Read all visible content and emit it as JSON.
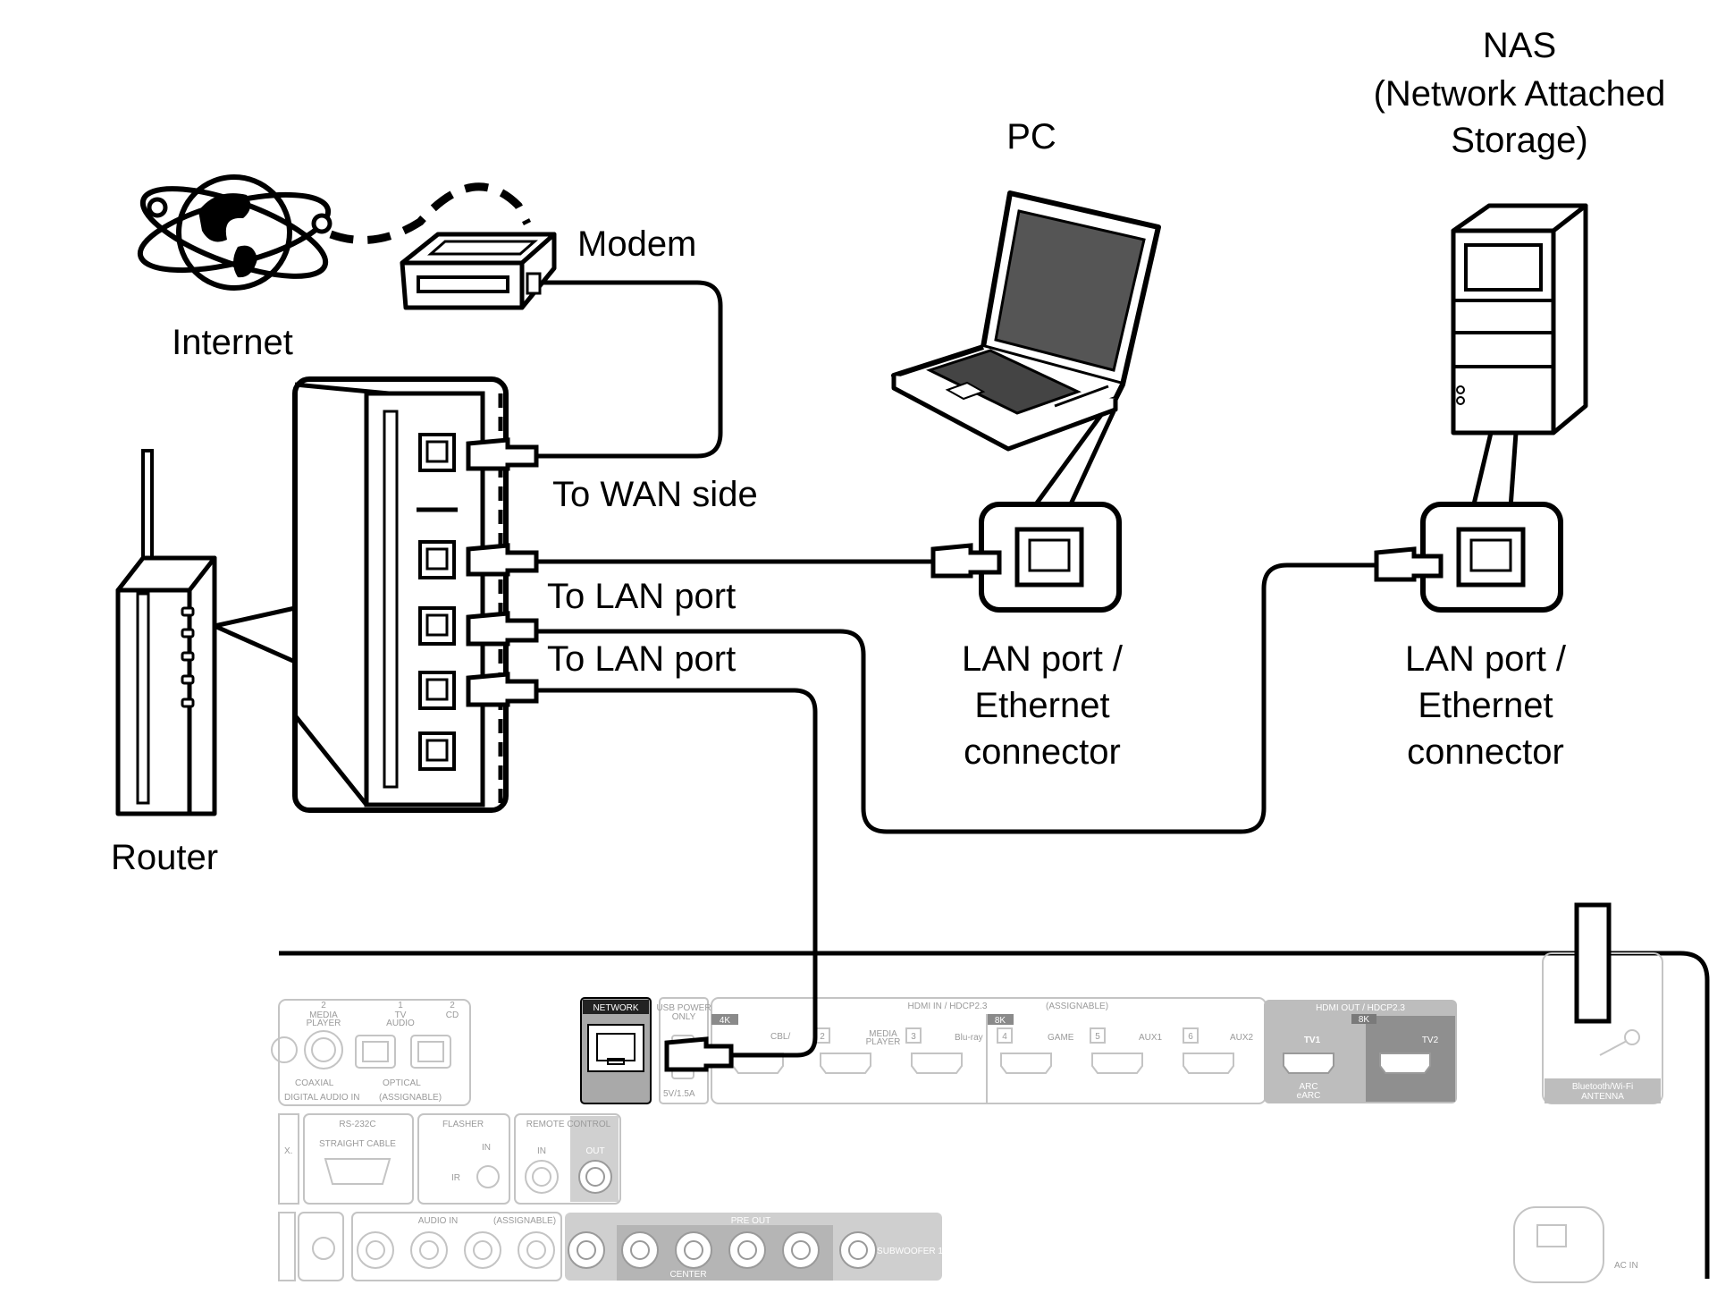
{
  "labels": {
    "nas": "NAS",
    "nas_full_1": "(Network Attached",
    "nas_full_2": "Storage)",
    "pc": "PC",
    "modem": "Modem",
    "internet": "Internet",
    "router": "Router",
    "to_wan": "To WAN side",
    "to_lan_1": "To LAN port",
    "to_lan_2": "To LAN port",
    "pc_port_1": "LAN port /",
    "pc_port_2": "Ethernet",
    "pc_port_3": "connector",
    "nas_port_1": "LAN port /",
    "nas_port_2": "Ethernet",
    "nas_port_3": "connector"
  },
  "panel": {
    "network": "NETWORK",
    "usb_power_1": "USB POWER",
    "usb_power_2": "ONLY",
    "usb_rating": "5V/1.5A",
    "hdmi_in": "HDMI IN / HDCP2.3",
    "assignable": "(ASSIGNABLE)",
    "badge_4k": "4K",
    "badge_8k": "8K",
    "badge_8k_out": "8K",
    "cbl": "CBL/",
    "media_player_1": "MEDIA",
    "media_player_2": "PLAYER",
    "bluray": "Blu-ray",
    "game": "GAME",
    "aux1": "AUX1",
    "aux2": "AUX2",
    "n2": "2",
    "n3": "3",
    "n4": "4",
    "n5": "5",
    "n6": "6",
    "hdmi_out": "HDMI OUT / HDCP2.3",
    "tv1": "TV1",
    "tv2": "TV2",
    "arc": "ARC",
    "earc": "eARC",
    "bt_wifi_1": "Bluetooth/Wi-Fi",
    "bt_wifi_2": "ANTENNA",
    "coaxial": "COAXIAL",
    "optical": "OPTICAL",
    "digital_audio_in": "DIGITAL AUDIO IN",
    "digital_assignable": "(ASSIGNABLE)",
    "in2": "2",
    "in_media_1": "MEDIA",
    "in_media_2": "PLAYER",
    "in1": "1",
    "in_tv_1": "TV",
    "in_tv_2": "AUDIO",
    "in2b": "2",
    "in_cd": "CD",
    "rs232c": "RS-232C",
    "straight_cable": "STRAIGHT CABLE",
    "flasher": "FLASHER",
    "flasher_in": "IN",
    "flasher_ir": "IR",
    "remote_control": "REMOTE CONTROL",
    "rc_in": "IN",
    "rc_out": "OUT",
    "audio_in": "AUDIO IN",
    "audio_assignable": "(ASSIGNABLE)",
    "pre_out": "PRE OUT",
    "center": "CENTER",
    "subwoofer1": "SUBWOOFER 1",
    "ac_in": "AC IN",
    "left_cut": "X."
  }
}
